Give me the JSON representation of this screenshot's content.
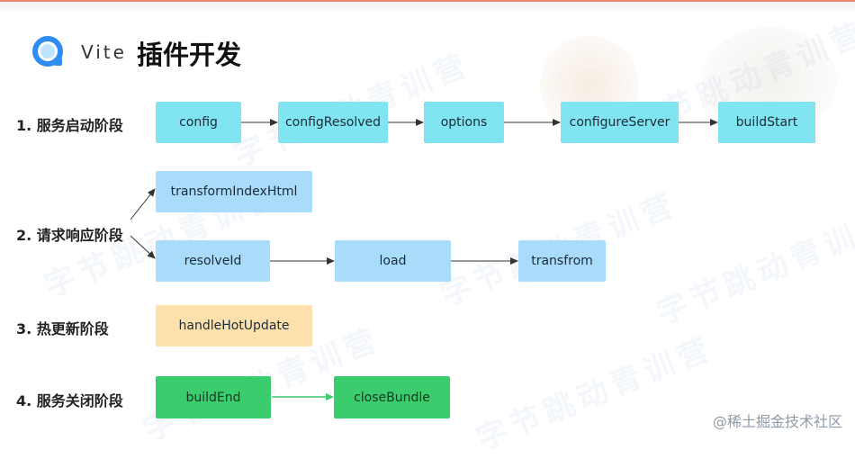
{
  "header": {
    "brand": "Vite",
    "title": "插件开发"
  },
  "stages": [
    {
      "label": "1. 服务启动阶段",
      "nodes": [
        "config",
        "configResolved",
        "options",
        "configureServer",
        "buildStart"
      ]
    },
    {
      "label": "2. 请求响应阶段",
      "nodes": [
        "transformIndexHtml",
        "resolveId",
        "load",
        "transfrom"
      ]
    },
    {
      "label": "3. 热更新阶段",
      "nodes": [
        "handleHotUpdate"
      ]
    },
    {
      "label": "4. 服务关闭阶段",
      "nodes": [
        "buildEnd",
        "closeBundle"
      ]
    }
  ],
  "watermark": "字节跳动青训营",
  "credit": "@稀土掘金技术社区",
  "colors": {
    "stage1": "#80e5f0",
    "stage2": "#a9dcfb",
    "stage3": "#fde0ab",
    "stage4": "#3bcc6e",
    "arrow": "#333333",
    "arrow_green": "#3bcc6e"
  }
}
